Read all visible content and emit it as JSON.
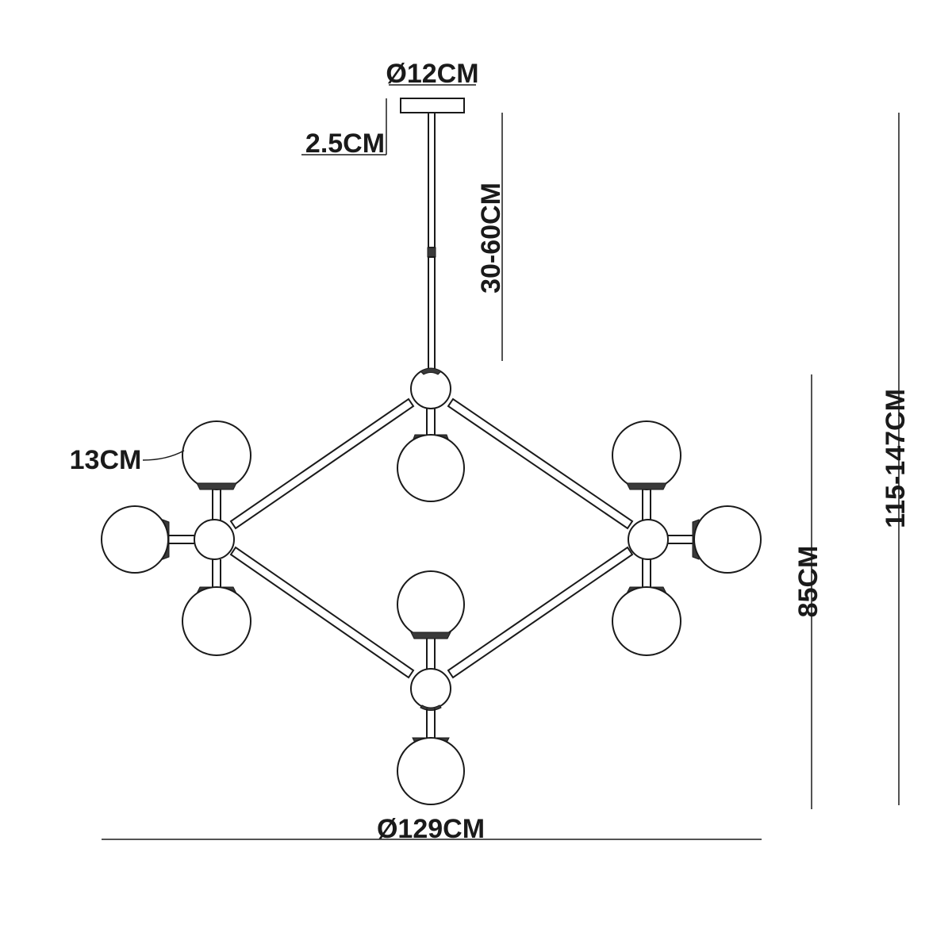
{
  "diagram": {
    "labels": {
      "canopy_diameter": "Ø12CM",
      "canopy_height": "2.5CM",
      "rod_length": "30-60CM",
      "globe_diameter": "13CM",
      "total_height": "115-147CM",
      "body_height": "85CM",
      "overall_diameter": "Ø129CM"
    },
    "colors": {
      "line": "#1a1a1a",
      "background": "#ffffff"
    }
  }
}
